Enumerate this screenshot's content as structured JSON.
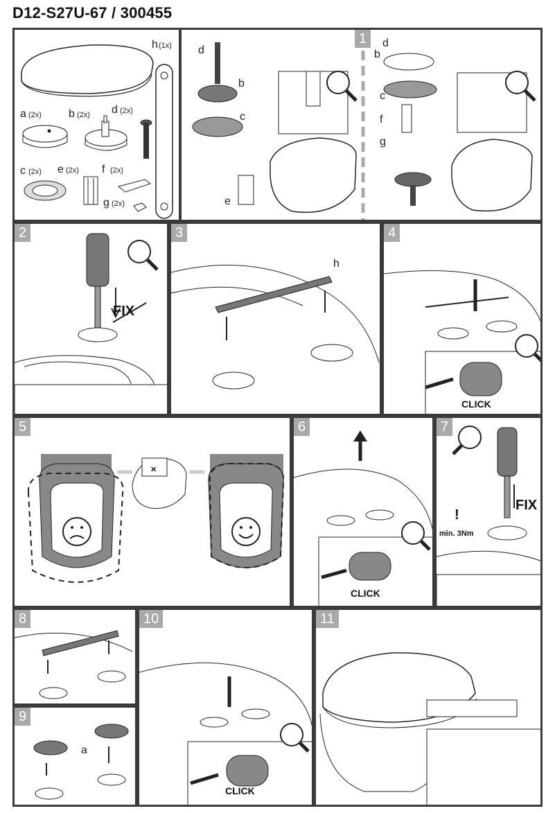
{
  "document": {
    "title": "D12-S27U-67 / 300455"
  },
  "parts": {
    "h": {
      "letter": "h",
      "qty": "(1x)"
    },
    "a": {
      "letter": "a",
      "qty": "(2x)"
    },
    "b": {
      "letter": "b",
      "qty": "(2x)"
    },
    "d": {
      "letter": "d",
      "qty": "(2x)"
    },
    "c": {
      "letter": "c",
      "qty": "(2x)"
    },
    "e": {
      "letter": "e",
      "qty": "(2x)"
    },
    "f": {
      "letter": "f",
      "qty": "(2x)"
    },
    "g": {
      "letter": "g",
      "qty": "(2x)"
    }
  },
  "steps": {
    "s1": "1",
    "s2": "2",
    "s3": "3",
    "s4": "4",
    "s5": "5",
    "s6": "6",
    "s7": "7",
    "s8": "8",
    "s9": "9",
    "s10": "10",
    "s11": "11"
  },
  "labels": {
    "d": "d",
    "b": "b",
    "c": "c",
    "e": "e",
    "f": "f",
    "g": "g",
    "h": "h",
    "a": "a",
    "fix_crossed": "FIX",
    "fix": "FIX",
    "click": "CLICK",
    "exclaim": "!",
    "torque": "min. 3Nm"
  }
}
